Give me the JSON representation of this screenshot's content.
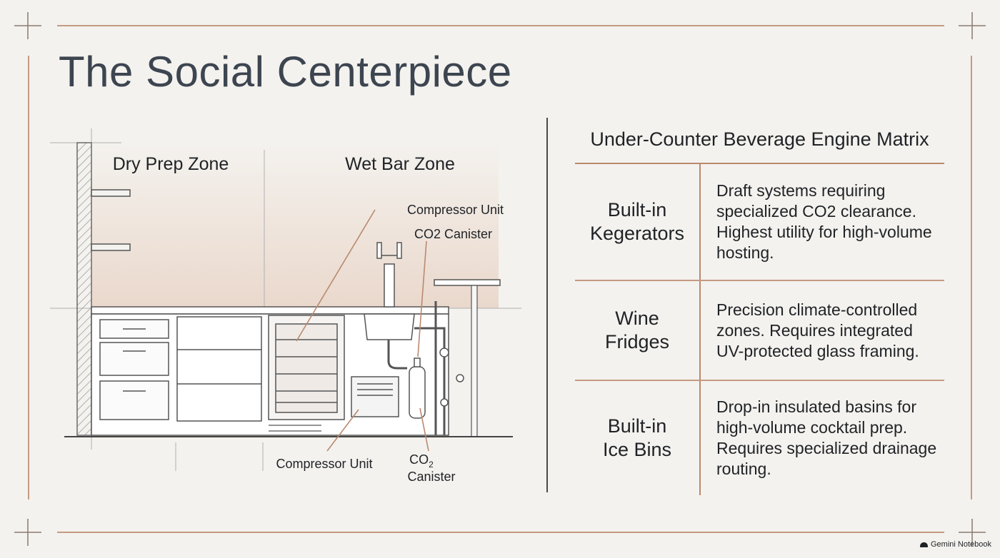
{
  "slide": {
    "title": "The Social Centerpiece",
    "accent_color": "#b98a70"
  },
  "diagram": {
    "zone_dry": "Dry Prep Zone",
    "zone_wet": "Wet Bar Zone",
    "callout_compressor_top": "Compressor Unit",
    "callout_co2_top": "CO2 Canister",
    "callout_compressor_bottom": "Compressor Unit",
    "callout_co2_bottom_main": "CO",
    "callout_co2_bottom_sub": "2",
    "callout_co2_bottom_line2": "Canister"
  },
  "matrix": {
    "title": "Under-Counter Beverage Engine Matrix",
    "rows": [
      {
        "head_lines": [
          "Built-in",
          "Kegerators"
        ],
        "desc": "Draft systems requiring specialized CO2 clearance. Highest utility for high-volume hosting."
      },
      {
        "head_lines": [
          "Wine",
          "Fridges"
        ],
        "desc": "Precision climate-controlled zones. Requires integrated UV-protected glass framing."
      },
      {
        "head_lines": [
          "Built-in",
          "Ice Bins"
        ],
        "desc": "Drop-in insulated basins for high-volume cocktail prep. Requires specialized drainage routing."
      }
    ]
  },
  "footer": {
    "badge": "Gemini Notebook",
    "badge_icon": "notebook-logo-icon"
  }
}
